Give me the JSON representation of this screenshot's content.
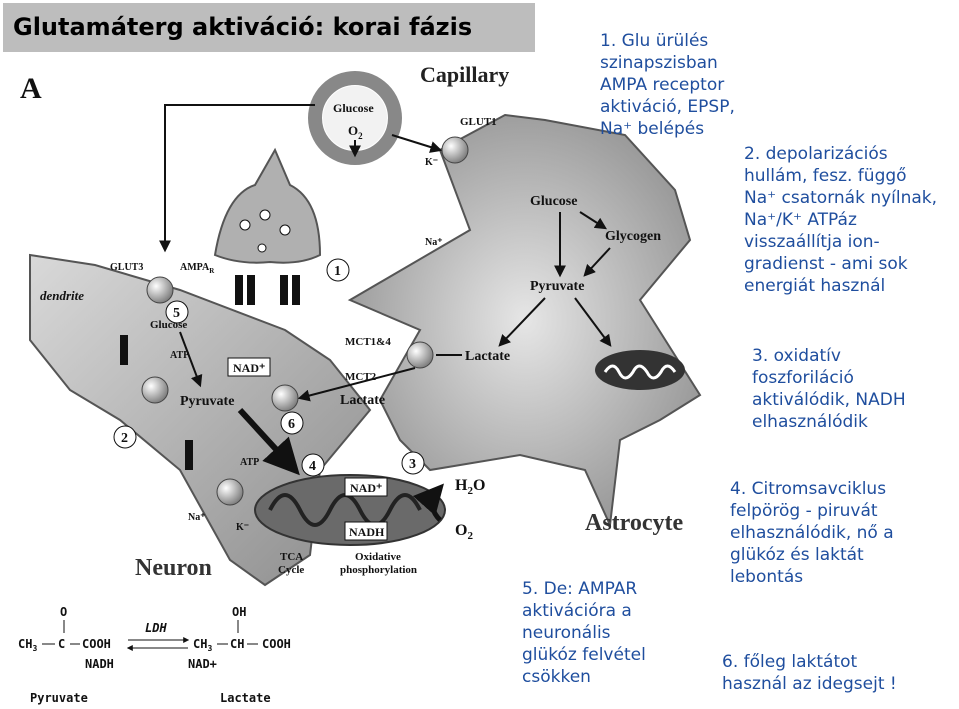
{
  "title": "Glutamáterg aktiváció: korai fázis",
  "notes": {
    "n1": "1. Glu ürülés\nszinapszisban\nAMPA receptor\naktiváció, EPSP,\nNa⁺ belépés",
    "n2": "2. depolarizációs\nhullám, fesz. függő\nNa⁺ csatornák nyílnak,\nNa⁺/K⁺ ATPáz\nvisszaállítja ion-\ngradienst - ami sok\nenergiát használ",
    "n3": "3. oxidatív\nfoszforiláció\naktiválódik, NADH\nelhasználódik",
    "n4": "4. Citromsavciklus\nfelpörög - piruvát\nelhasználódik, nő a\nglükóz és laktát\nlebontás",
    "n5": "5. De: AMPAR\naktivációra a\nneuronális\nglükóz felvétel\ncsökken",
    "n6": "6. főleg laktátot\nhasznál az idegsejt !"
  },
  "diagram": {
    "panel_letter": "A",
    "capillary": "Capillary",
    "glucose": "Glucose",
    "o2": "O",
    "o2_sub": "2",
    "glut1": "GLUT1",
    "k_minus": "K⁻",
    "na_plus": "Na⁺",
    "astro_glucose": "Glucose",
    "glycogen": "Glycogen",
    "astro_pyruvate": "Pyruvate",
    "astro_lactate": "Lactate",
    "mct14": "MCT1&4",
    "mct2": "MCT2",
    "lactate_neuron": "Lactate",
    "glut3": "GLUT3",
    "dendrite": "dendrite",
    "ampa": "AMPA",
    "ampa_sub": "R",
    "neuron_glucose": "Glucose",
    "atp": "ATP",
    "nad_plus": "NAD⁺",
    "neuron_pyruvate": "Pyruvate",
    "nadh": "NADH",
    "nad_plus_2": "NAD⁺",
    "tca": "TCA\nCycle",
    "oxphos": "Oxidative\nphosphorylation",
    "h2o": "H",
    "h2o_sub": "2",
    "h2o_o": "O",
    "o2b": "O",
    "o2b_sub": "2",
    "neuron": "Neuron",
    "astrocyte": "Astrocyte",
    "steps": [
      "1",
      "2",
      "3",
      "4",
      "5",
      "6"
    ],
    "ldh": "LDH",
    "pyruvate_label": "Pyruvate",
    "lactate_label": "Lactate",
    "chem_o": "O",
    "chem_oh": "OH",
    "chem_ch3": "CH",
    "chem_c": "C",
    "chem_cooh": "COOH",
    "chem_ch": "CH",
    "chem_nadh": "NADH",
    "chem_nadp": "NAD+",
    "chem_3": "3"
  }
}
